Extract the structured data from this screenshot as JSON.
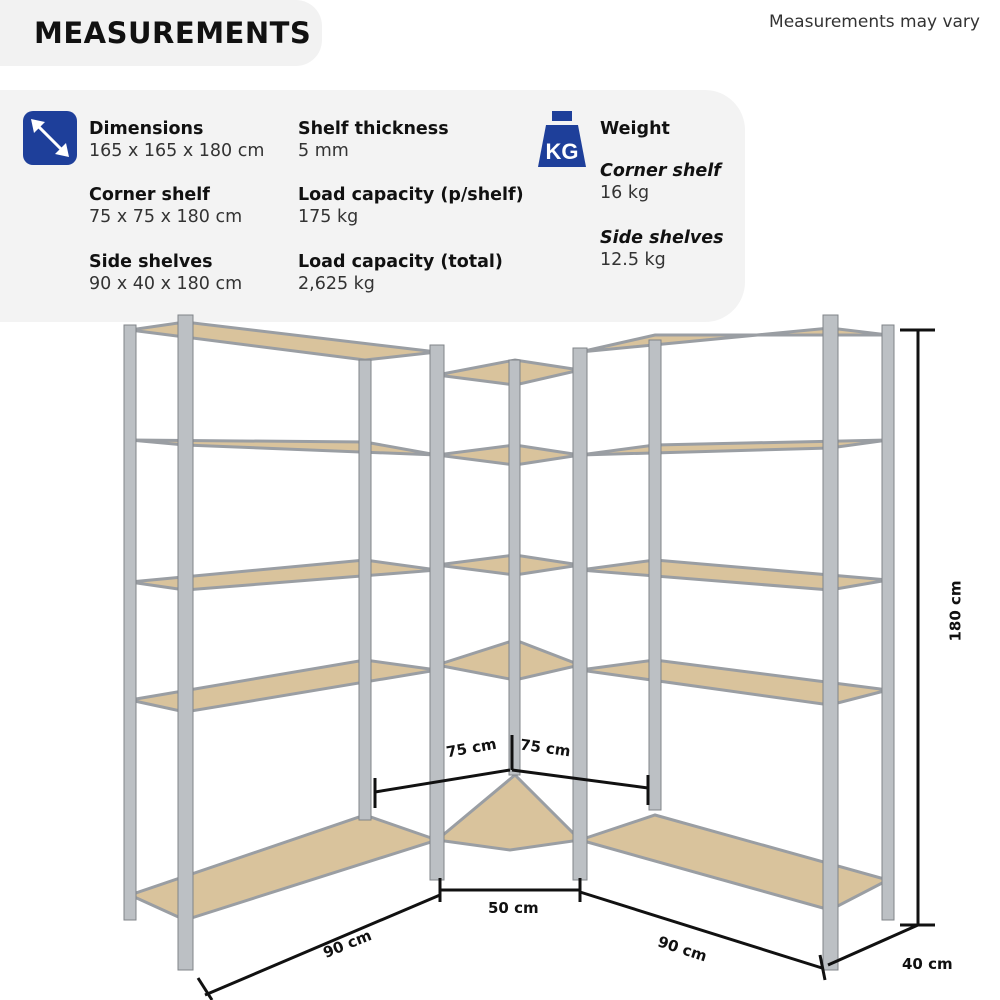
{
  "header": {
    "title": "MEASUREMENTS",
    "note": "Measurements may vary"
  },
  "specs": {
    "dimensions": {
      "label": "Dimensions",
      "value": "165 x 165 x 180 cm"
    },
    "corner_shelf": {
      "label": "Corner shelf",
      "value": "75 x 75 x 180 cm"
    },
    "side_shelves": {
      "label": "Side shelves",
      "value": "90 x 40 x 180 cm"
    },
    "shelf_thickness": {
      "label": "Shelf thickness",
      "value": "5 mm"
    },
    "load_per_shelf": {
      "label": "Load capacity (p/shelf)",
      "value": "175 kg"
    },
    "load_total": {
      "label": "Load capacity (total)",
      "value": "2,625 kg"
    },
    "weight": {
      "label": "Weight",
      "icon_text": "KG",
      "corner_label": "Corner shelf",
      "corner_value": "16 kg",
      "side_label": "Side shelves",
      "side_value": "12.5 kg"
    }
  },
  "dimension_labels": {
    "height": "180 cm",
    "depth": "40 cm",
    "left_width": "90 cm",
    "front_width": "50 cm",
    "right_width": "90 cm",
    "corner_left": "75 cm",
    "corner_right": "75 cm"
  },
  "colors": {
    "icon_blue": "#1e3f9a",
    "shelf_wood": "#d9c39c",
    "metal": "#b9bcc0"
  }
}
